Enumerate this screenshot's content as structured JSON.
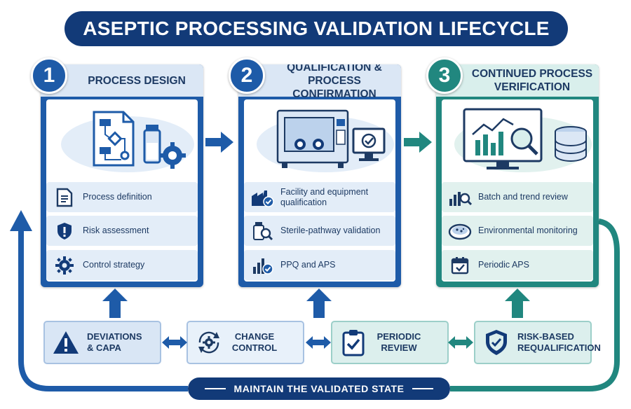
{
  "title": "ASEPTIC PROCESSING VALIDATION LIFECYCLE",
  "stages": [
    {
      "number": "1",
      "title": "PROCESS DESIGN",
      "items": [
        {
          "icon": "document-icon",
          "label": "Process definition"
        },
        {
          "icon": "shield-alert-icon",
          "label": "Risk assessment"
        },
        {
          "icon": "gear-icon",
          "label": "Control strategy"
        }
      ]
    },
    {
      "number": "2",
      "title": "QUALIFICATION & PROCESS CONFIRMATION",
      "items": [
        {
          "icon": "factory-check-icon",
          "label": "Facility and equipment qualification"
        },
        {
          "icon": "vial-magnifier-icon",
          "label": "Sterile-pathway validation"
        },
        {
          "icon": "bar-chart-check-icon",
          "label": "PPQ and APS"
        }
      ]
    },
    {
      "number": "3",
      "title": "CONTINUED PROCESS VERIFICATION",
      "items": [
        {
          "icon": "chart-magnifier-icon",
          "label": "Batch and trend review"
        },
        {
          "icon": "petri-dish-icon",
          "label": "Environmental monitoring"
        },
        {
          "icon": "calendar-check-icon",
          "label": "Periodic APS"
        }
      ]
    }
  ],
  "feedback": [
    {
      "icon": "warning-icon",
      "label": "DEVIATIONS & CAPA"
    },
    {
      "icon": "cycle-gear-icon",
      "label": "CHANGE CONTROL"
    },
    {
      "icon": "clipboard-check-icon",
      "label": "PERIODIC REVIEW"
    },
    {
      "icon": "shield-check-icon",
      "label": "RISK-BASED REQUALIFICATION"
    }
  ],
  "banner": "MAINTAIN THE VALIDATED STATE",
  "colors": {
    "navy": "#123a78",
    "blue": "#1e5ba8",
    "teal": "#21877f",
    "text": "#1d3a63"
  }
}
